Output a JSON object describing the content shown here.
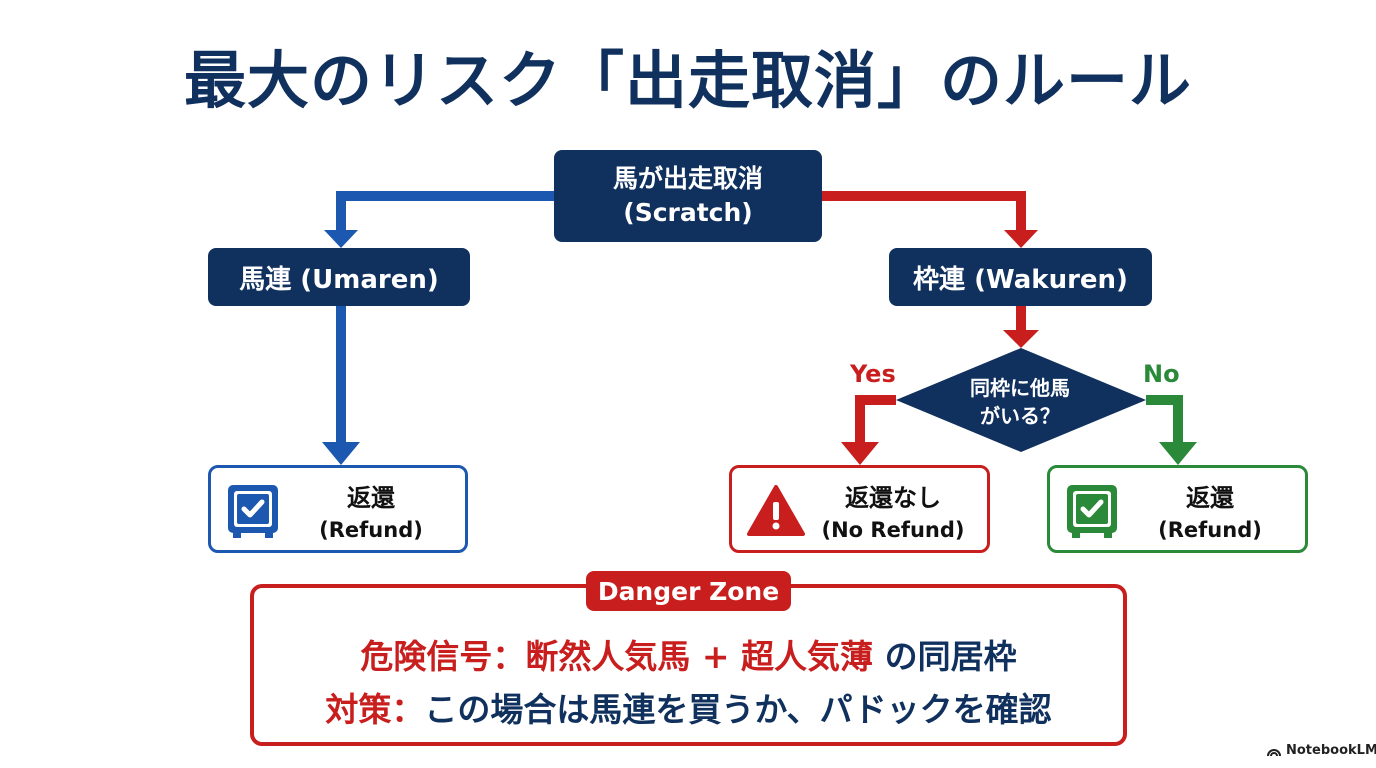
{
  "title": "最大のリスク「出走取消」のルール",
  "nodes": {
    "top": {
      "line1": "馬が出走取消",
      "line2": "(Scratch)"
    },
    "umaren": "馬連 (Umaren)",
    "wakuren": "枠連 (Wakuren)",
    "decision": {
      "line1": "同枠に他馬",
      "line2": "がいる？"
    }
  },
  "branches": {
    "yes": "Yes",
    "no": "No"
  },
  "results": {
    "left": {
      "line1": "返還",
      "line2": "(Refund)"
    },
    "middle": {
      "line1": "返還なし",
      "line2": "(No Refund)"
    },
    "right": {
      "line1": "返還",
      "line2": "(Refund)"
    }
  },
  "danger_zone": {
    "label": "Danger Zone",
    "line1_red": "危険信号：断然人気馬 + 超人気薄",
    "line1_navy": "の同居枠",
    "line2_red": "対策：",
    "line2_navy": "この場合は馬連を買うか、パドックを確認"
  },
  "footer": "NotebookLM",
  "colors": {
    "navy": "#10305e",
    "blue": "#1c57b0",
    "red": "#c81e1e",
    "green": "#2a8a3a"
  }
}
